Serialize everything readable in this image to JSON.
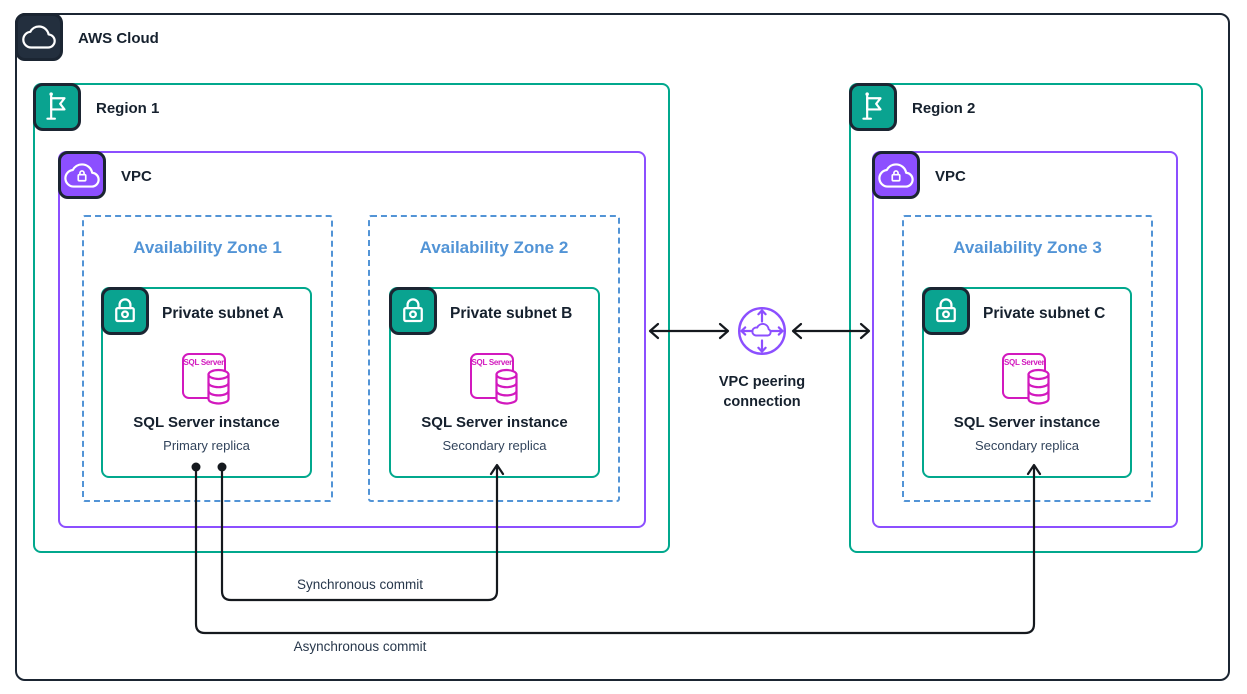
{
  "colors": {
    "dark_navy": "#232F3E",
    "teal": "#01A88D",
    "purple": "#8C4FFF",
    "az_blue": "#5294D6",
    "sql_magenta": "#D219BE",
    "line_black": "#15191E"
  },
  "aws_cloud": {
    "label": "AWS Cloud",
    "icon": "aws-cloud-icon"
  },
  "regions": [
    {
      "label": "Region 1",
      "icon": "region-flag-icon"
    },
    {
      "label": "Region 2",
      "icon": "region-flag-icon"
    }
  ],
  "vpcs": [
    {
      "label": "VPC",
      "icon": "vpc-cloud-lock-icon"
    },
    {
      "label": "VPC",
      "icon": "vpc-cloud-lock-icon"
    }
  ],
  "availability_zones": [
    {
      "label": "Availability Zone 1"
    },
    {
      "label": "Availability Zone 2"
    },
    {
      "label": "Availability Zone 3"
    }
  ],
  "subnets": [
    {
      "label": "Private subnet A",
      "icon": "private-subnet-lock-icon",
      "sql_icon_text": "SQL Server",
      "instance_label": "SQL Server instance",
      "replica_label": "Primary replica"
    },
    {
      "label": "Private subnet B",
      "icon": "private-subnet-lock-icon",
      "sql_icon_text": "SQL Server",
      "instance_label": "SQL Server instance",
      "replica_label": "Secondary replica"
    },
    {
      "label": "Private subnet C",
      "icon": "private-subnet-lock-icon",
      "sql_icon_text": "SQL Server",
      "instance_label": "SQL Server instance",
      "replica_label": "Secondary replica"
    }
  ],
  "peering": {
    "label": "VPC peering connection",
    "icon": "vpc-peering-icon"
  },
  "flows": {
    "sync_label": "Synchronous commit",
    "async_label": "Asynchronous commit"
  }
}
